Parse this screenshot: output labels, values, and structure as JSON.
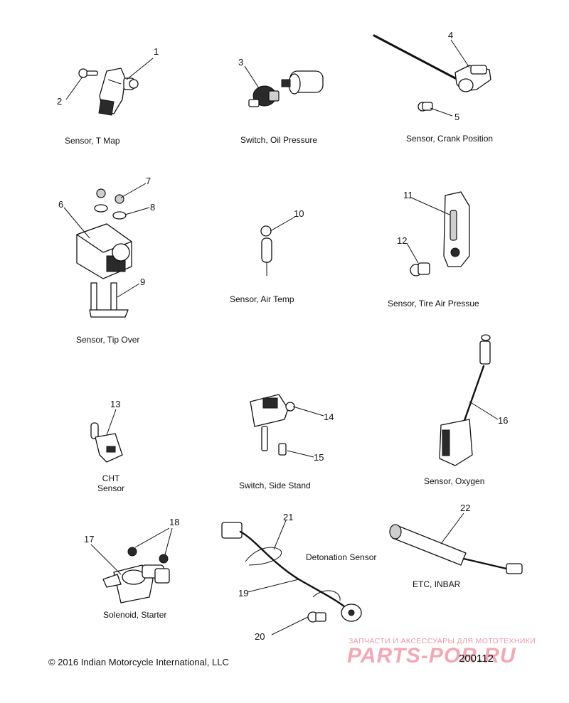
{
  "parts": [
    {
      "number": "1"
    },
    {
      "number": "2"
    },
    {
      "number": "3"
    },
    {
      "number": "4"
    },
    {
      "number": "5"
    },
    {
      "number": "6"
    },
    {
      "number": "7"
    },
    {
      "number": "8"
    },
    {
      "number": "9"
    },
    {
      "number": "10"
    },
    {
      "number": "11"
    },
    {
      "number": "12"
    },
    {
      "number": "13"
    },
    {
      "number": "14"
    },
    {
      "number": "15"
    },
    {
      "number": "16"
    },
    {
      "number": "17"
    },
    {
      "number": "18"
    },
    {
      "number": "19"
    },
    {
      "number": "20"
    },
    {
      "number": "21"
    },
    {
      "number": "22"
    }
  ],
  "captions": {
    "t_map": "Sensor, T Map",
    "oil_pressure": "Switch, Oil Pressure",
    "crank_position": "Sensor, Crank Position",
    "tip_over": "Sensor, Tip Over",
    "air_temp": "Sensor, Air Temp",
    "tire_air": "Sensor, Tire Air Pressue",
    "cht_line1": "CHT",
    "cht_line2": "Sensor",
    "side_stand": "Switch, Side Stand",
    "oxygen": "Sensor, Oxygen",
    "detonation": "Detonation Sensor",
    "etc_inbar": "ETC, INBAR",
    "starter": "Solenoid, Starter"
  },
  "footer": {
    "copyright": "© 2016 Indian Motorcycle International, LLC",
    "drawing_number": "200112"
  },
  "watermark": {
    "tagline": "ЗАПЧАСТИ И АКСЕССУАРЫ ДЛЯ МОТОТЕХНИКИ",
    "brand": "PARTS-POR.RU"
  }
}
